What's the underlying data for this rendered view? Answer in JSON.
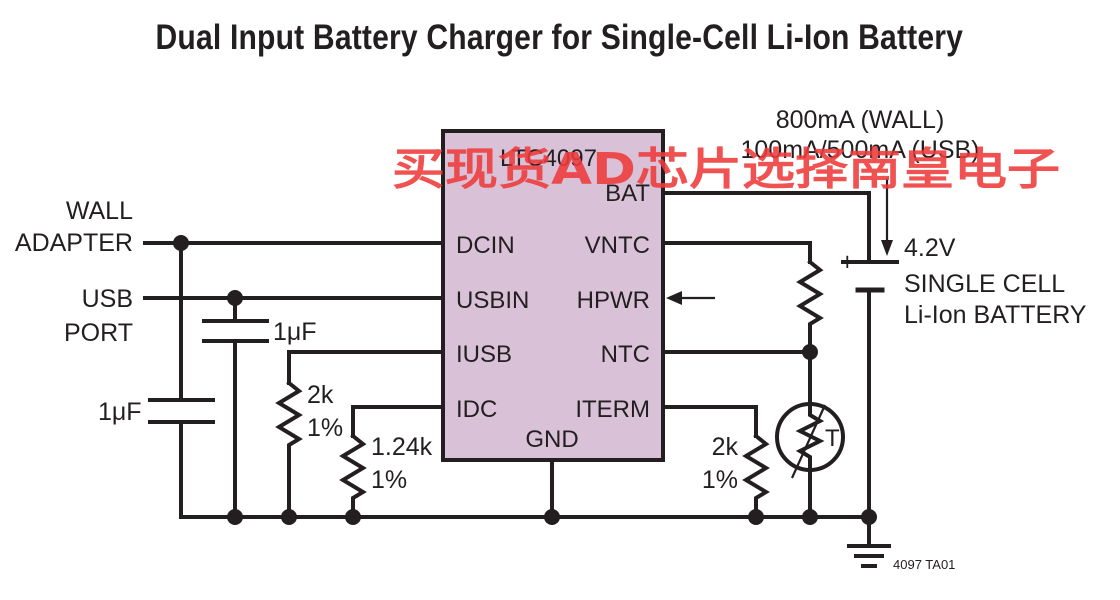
{
  "title": "Dual Input Battery Charger for Single-Cell Li-Ion Battery",
  "ic": {
    "part": "LTC4097",
    "pins": {
      "bat": "BAT",
      "dcin": "DCIN",
      "vntc": "VNTC",
      "usbin": "USBIN",
      "hpwr": "HPWR",
      "iusb": "IUSB",
      "ntc": "NTC",
      "idc": "IDC",
      "iterm": "ITERM",
      "gnd": "GND"
    }
  },
  "inputs": {
    "wall_line1": "WALL",
    "wall_line2": "ADAPTER",
    "usb_line1": "USB",
    "usb_line2": "PORT"
  },
  "components": {
    "cap_usb": "1μF",
    "cap_wall": "1μF",
    "r_iusb_value": "2k",
    "r_iusb_tol": "1%",
    "r_idc_value": "1.24k",
    "r_idc_tol": "1%",
    "r_iterm_value": "2k",
    "r_iterm_tol": "1%",
    "thermistor": "T"
  },
  "output": {
    "current_wall": "800mA (WALL)",
    "current_usb": "100mA/500mA (USB)",
    "battery_voltage": "4.2V",
    "battery_line1": "SINGLE CELL",
    "battery_line2": "Li-Ion BATTERY",
    "plus": "+"
  },
  "figure_id": "4097 TA01",
  "watermark": "买现货AD芯片选择南皇电子"
}
